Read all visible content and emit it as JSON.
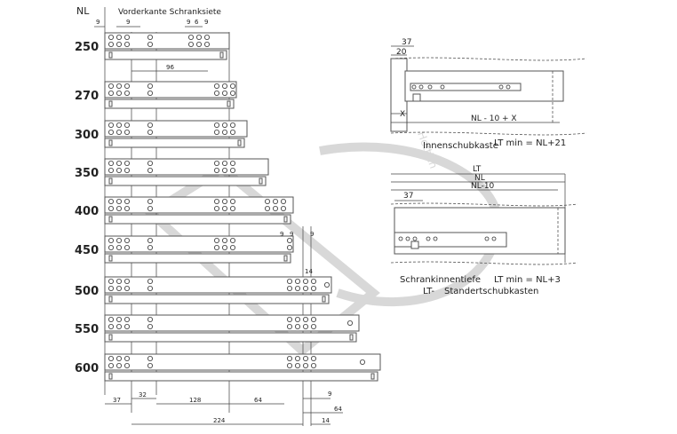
{
  "header": {
    "nl_label": "NL",
    "front_label": "Vorderkante Schranksiete",
    "top_dims": [
      "9",
      "9",
      "9",
      "6",
      "9"
    ]
  },
  "rows": [
    {
      "nl": "250"
    },
    {
      "nl": "270"
    },
    {
      "nl": "300"
    },
    {
      "nl": "350"
    },
    {
      "nl": "400"
    },
    {
      "nl": "450"
    },
    {
      "nl": "500"
    },
    {
      "nl": "550"
    },
    {
      "nl": "600"
    }
  ],
  "inner_dims": {
    "d96": "96",
    "d450_a": "9",
    "d450_b": "9",
    "d450_c": "9",
    "d450_bottom": "14"
  },
  "bottom_dims": {
    "d37": "37",
    "d32": "32",
    "d128": "128",
    "d64a": "64",
    "d9": "9",
    "d64b": "64",
    "d224": "224",
    "d14": "14"
  },
  "detail_top": {
    "d37": "37",
    "d20": "20",
    "x_left": "X",
    "formula": "NL - 10 + X",
    "caption": "Innenschubkaste",
    "caption_formula": "LT min = NL+21"
  },
  "detail_bottom": {
    "lt": "LT",
    "nl": "NL",
    "nl10": "NL-10",
    "d37": "37",
    "caption": "Schrankinnentiefe",
    "caption_formula": "LT min = NL+3",
    "legend_key": "LT-",
    "legend_text": "Standertschubkasten"
  },
  "watermark": {
    "text": "Hettich"
  }
}
